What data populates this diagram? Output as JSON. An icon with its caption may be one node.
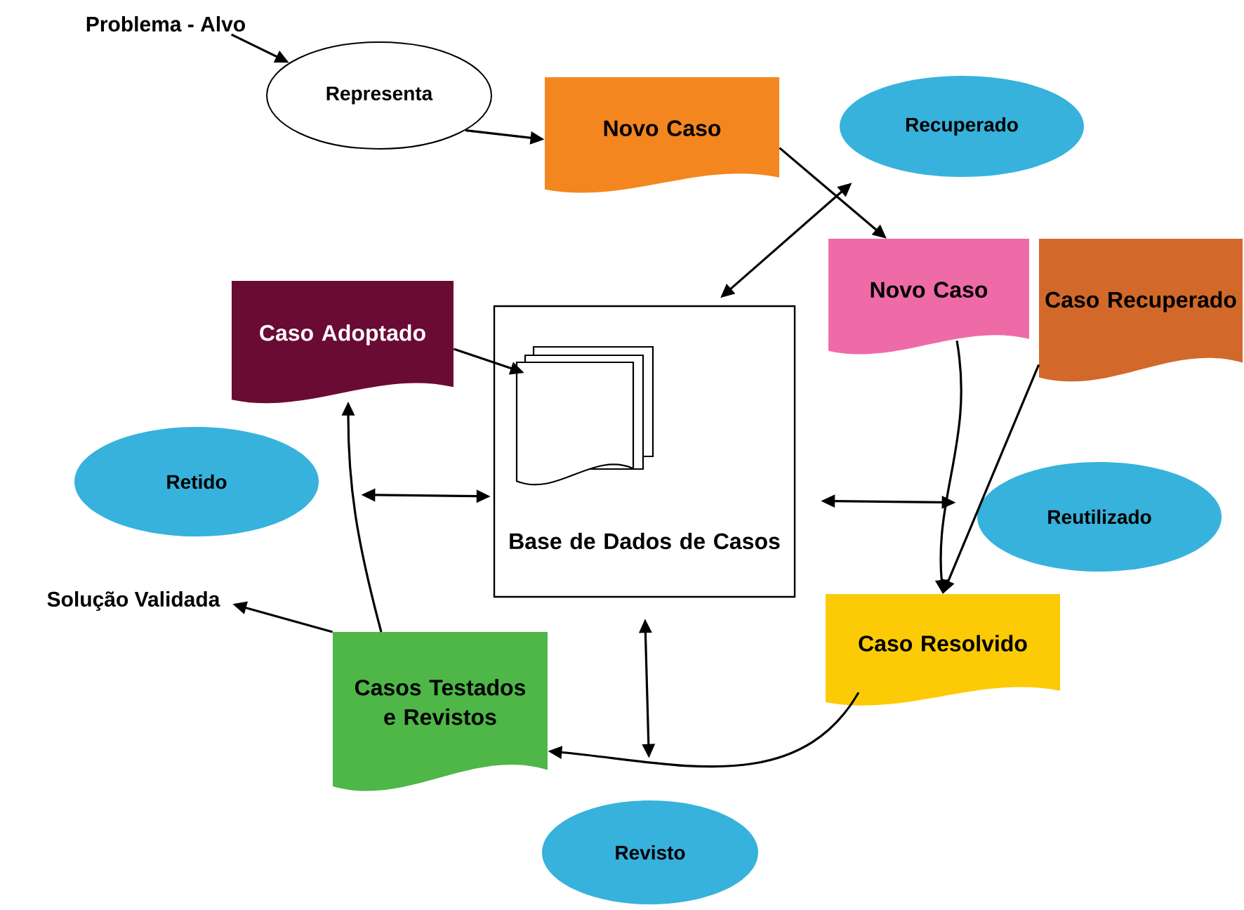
{
  "diagram": {
    "nodes": [
      {
        "text": [
          "Problema - Alvo"
        ]
      },
      {
        "text": [
          "Representa"
        ]
      },
      {
        "text": [
          "Novo Caso"
        ]
      },
      {
        "text": [
          "Recuperado"
        ]
      },
      {
        "text": [
          "Novo Caso"
        ]
      },
      {
        "text": [
          "Caso Recuperado"
        ]
      },
      {
        "text": [
          "Caso Adoptado"
        ]
      },
      {
        "text": [
          "Base de Dados de Casos"
        ]
      },
      {
        "text": [
          "Retido"
        ]
      },
      {
        "text": [
          "Reutilizado"
        ]
      },
      {
        "text": [
          "Solução Validada"
        ]
      },
      {
        "text": [
          "Caso Resolvido"
        ]
      },
      {
        "text": [
          "Casos Testados e Revistos"
        ]
      },
      {
        "text": [
          "Revisto"
        ]
      }
    ],
    "edges": [
      {
        "from": 0,
        "to": 1,
        "arrow": "to"
      },
      {
        "from": 1,
        "to": 2,
        "arrow": "to"
      },
      {
        "from": 2,
        "to": 4,
        "arrow": "to"
      },
      {
        "from": 7,
        "to": 3,
        "arrow": "both"
      },
      {
        "from": 4,
        "to": 11,
        "arrow": "to"
      },
      {
        "from": 5,
        "to": 11,
        "arrow": "to"
      },
      {
        "from": 7,
        "to": 9,
        "arrow": "both"
      },
      {
        "from": 11,
        "to": 12,
        "arrow": "to"
      },
      {
        "from": 7,
        "to": 13,
        "arrow": "both"
      },
      {
        "from": 12,
        "to": 6,
        "arrow": "to"
      },
      {
        "from": 12,
        "to": 10,
        "arrow": "to"
      },
      {
        "from": 6,
        "to": 7,
        "arrow": "to"
      },
      {
        "from": 7,
        "to": 8,
        "arrow": "both"
      }
    ]
  }
}
